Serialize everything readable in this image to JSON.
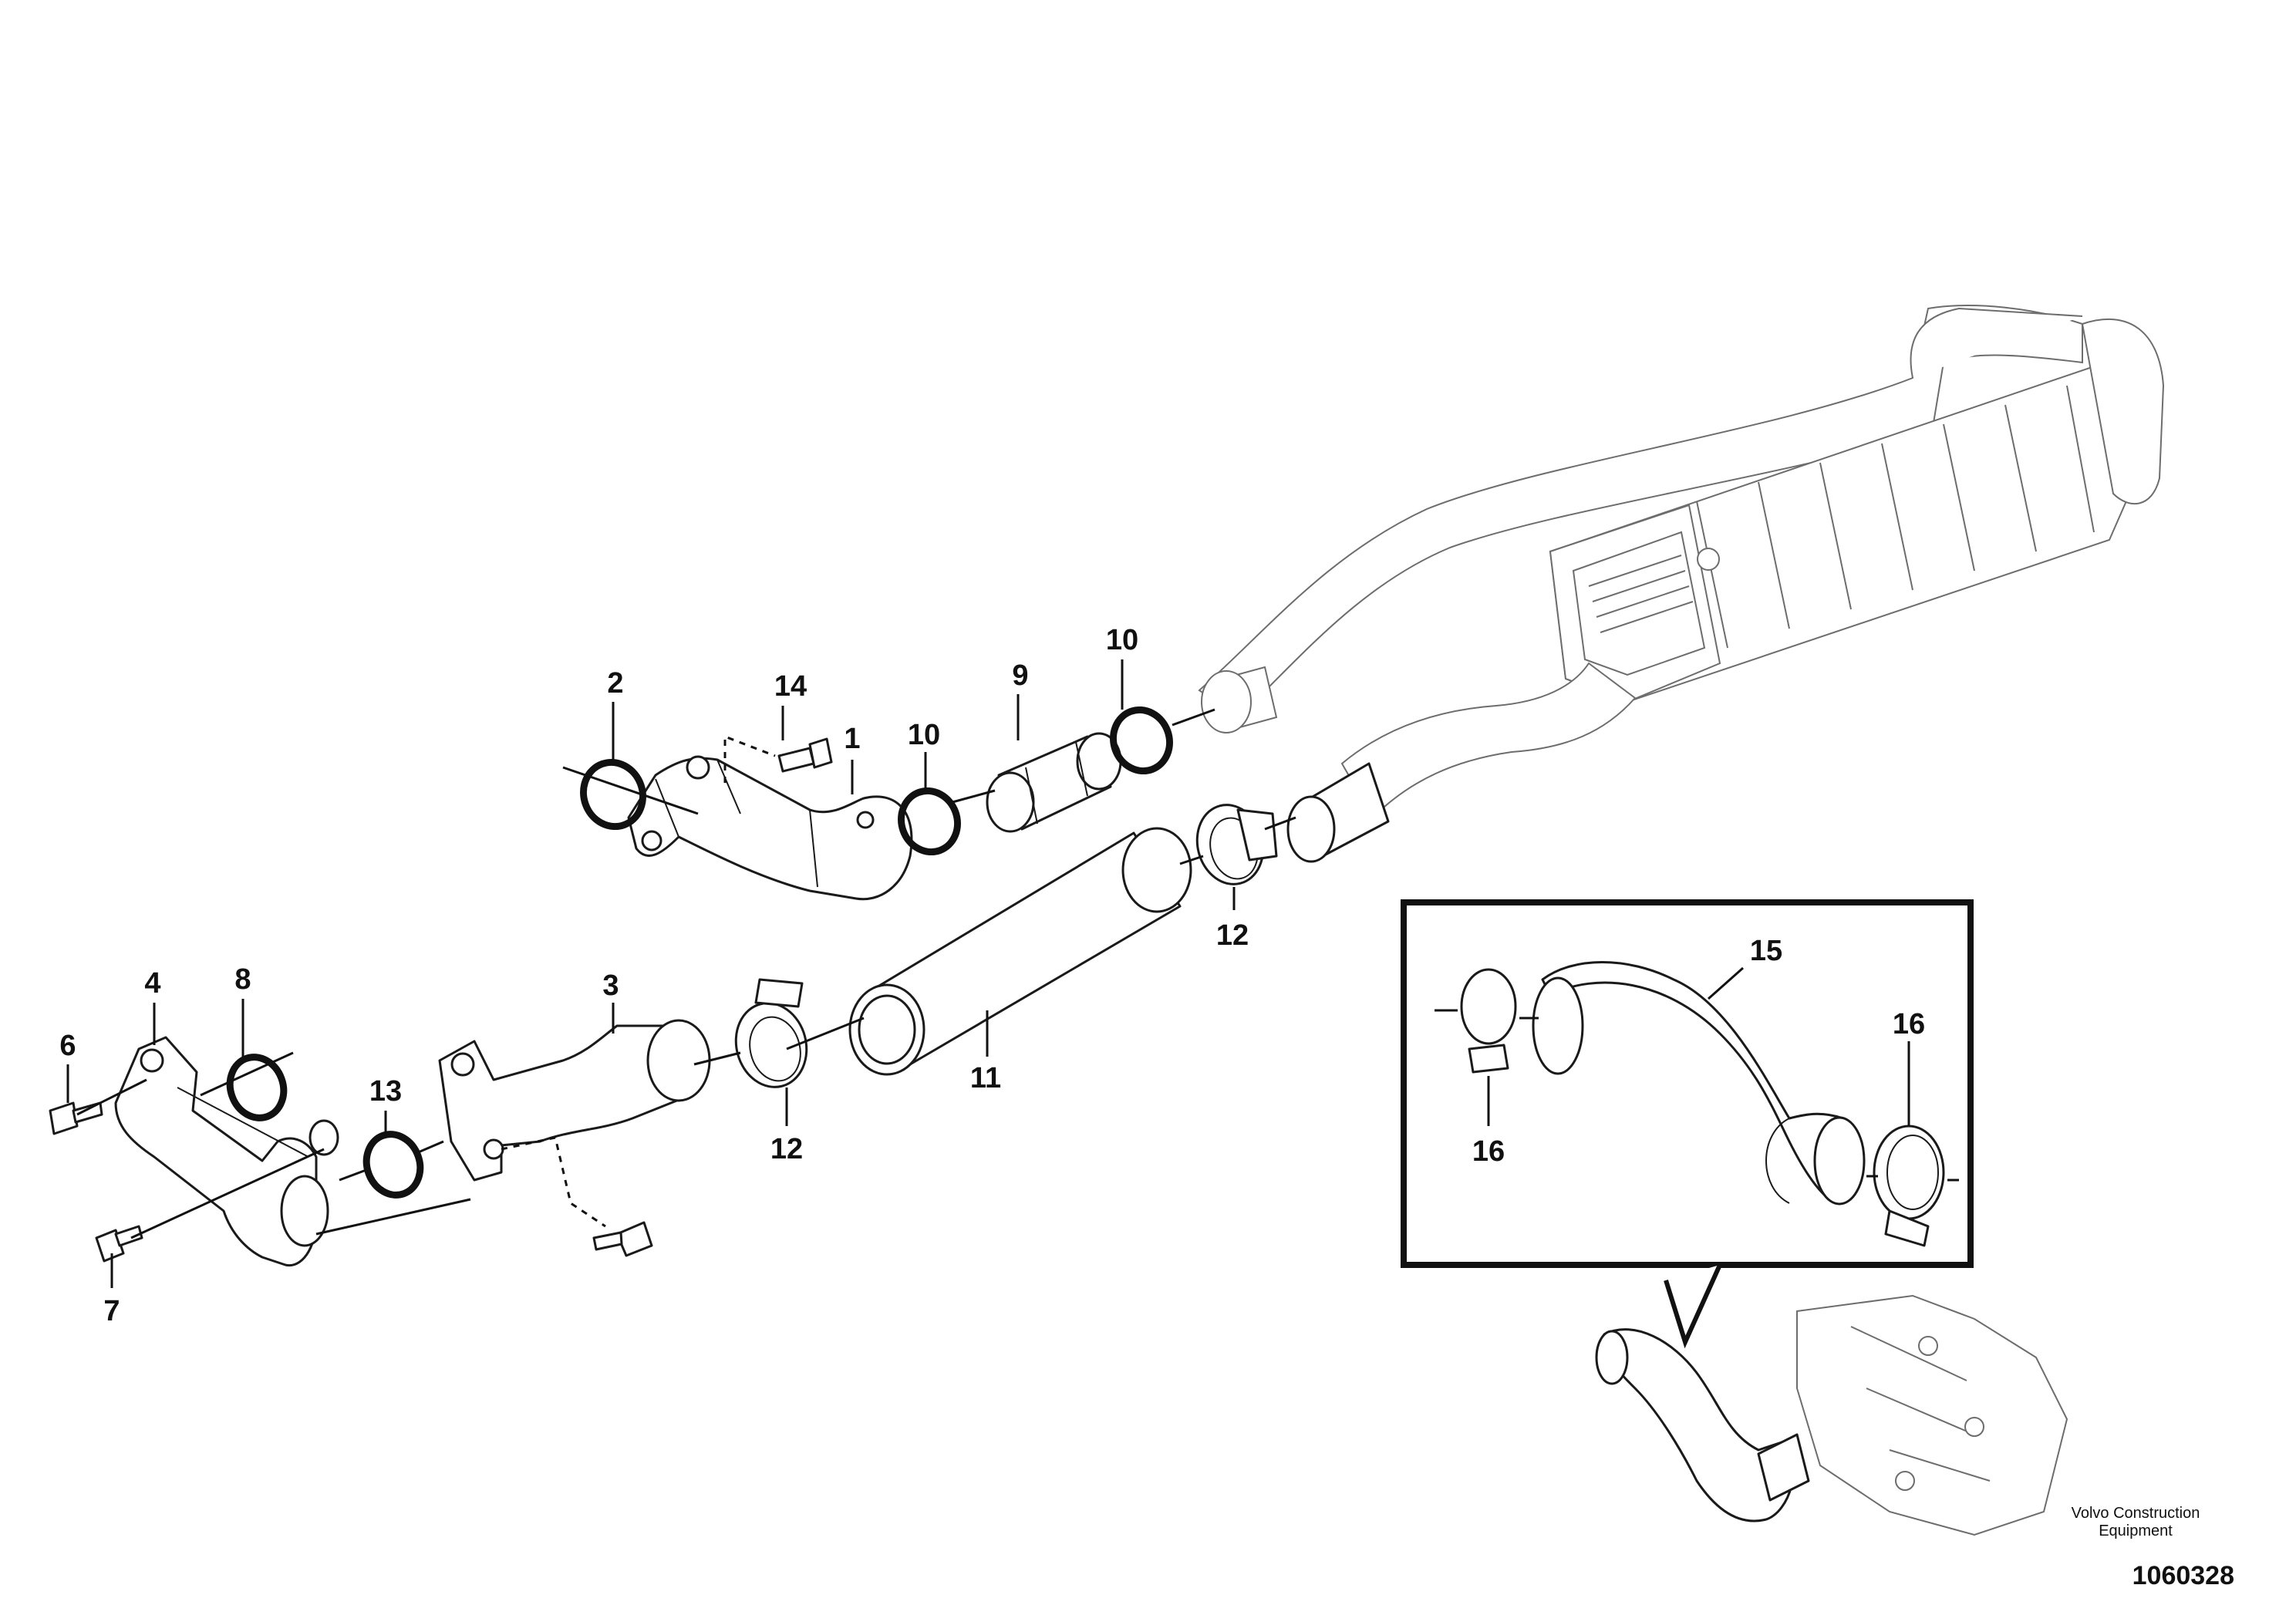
{
  "callouts": [
    {
      "id": "1",
      "label": "1"
    },
    {
      "id": "2",
      "label": "2"
    },
    {
      "id": "3",
      "label": "3"
    },
    {
      "id": "4",
      "label": "4"
    },
    {
      "id": "6",
      "label": "6"
    },
    {
      "id": "7",
      "label": "7"
    },
    {
      "id": "8",
      "label": "8"
    },
    {
      "id": "9",
      "label": "9"
    },
    {
      "id": "10a",
      "label": "10"
    },
    {
      "id": "10b",
      "label": "10"
    },
    {
      "id": "11",
      "label": "11"
    },
    {
      "id": "12a",
      "label": "12"
    },
    {
      "id": "12b",
      "label": "12"
    },
    {
      "id": "13",
      "label": "13"
    },
    {
      "id": "14",
      "label": "14"
    },
    {
      "id": "15",
      "label": "15"
    },
    {
      "id": "16a",
      "label": "16"
    },
    {
      "id": "16b",
      "label": "16"
    }
  ],
  "footer": {
    "company_line1": "Volvo Construction",
    "company_line2": "Equipment",
    "drawing_number": "1060328"
  }
}
